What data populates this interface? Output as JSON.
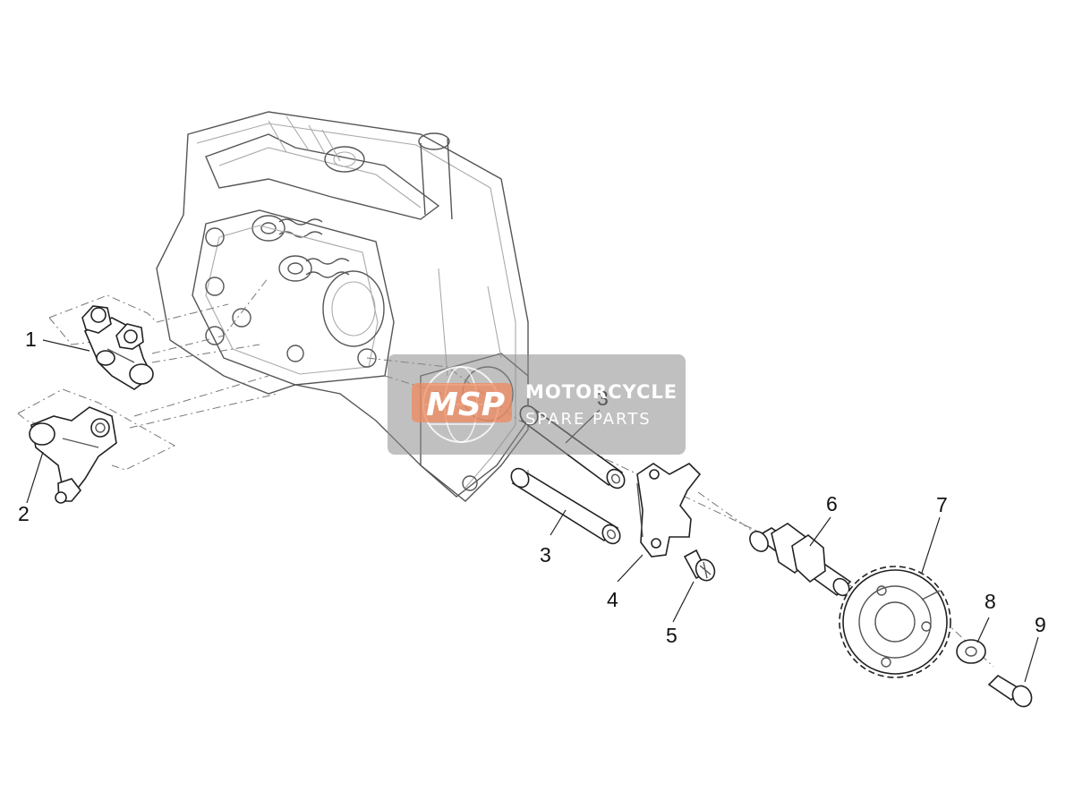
{
  "callouts": [
    {
      "id": "1",
      "label": "1"
    },
    {
      "id": "2",
      "label": "2"
    },
    {
      "id": "3a",
      "label": "3"
    },
    {
      "id": "3b",
      "label": "3"
    },
    {
      "id": "4",
      "label": "4"
    },
    {
      "id": "5",
      "label": "5"
    },
    {
      "id": "6",
      "label": "6"
    },
    {
      "id": "7",
      "label": "7"
    },
    {
      "id": "8",
      "label": "8"
    },
    {
      "id": "9",
      "label": "9"
    }
  ],
  "watermark": {
    "logo": "MSP",
    "title": "MOTORCYCLE",
    "subtitle": "SPARE PARTS",
    "logo_color": "#f08a5d",
    "box_color": "#8c8c8c"
  }
}
